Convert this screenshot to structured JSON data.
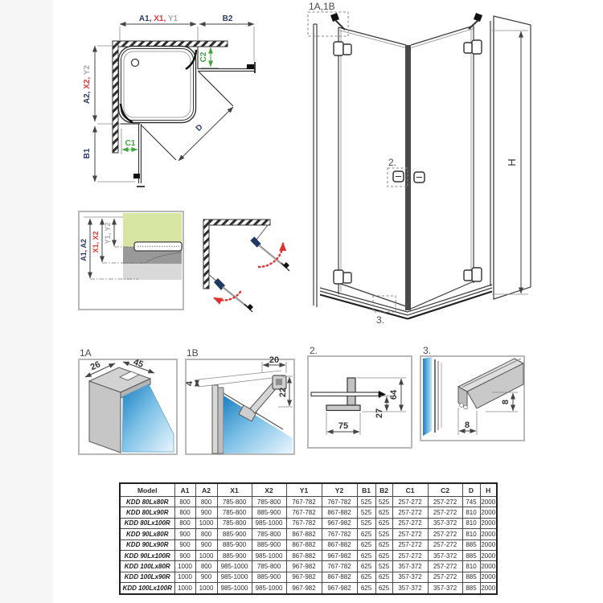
{
  "colors": {
    "dim_navy": "#2b3a6b",
    "dim_red": "#e03a3a",
    "dim_gray": "#a9a9a9",
    "dim_green": "#3fa53f",
    "line": "#3c3c3c",
    "wall_section_green": "#d7e6a3",
    "glass_blue": "#1b7fc0",
    "swing_arrow_red": "#e03030",
    "hinge_navy": "#1f3864"
  },
  "plan_view": {
    "dim_a1": "A1,",
    "dim_x1": " X1,",
    "dim_y1": " Y1",
    "dim_b2": "B2",
    "dim_a2": "A2,",
    "dim_x2": " X2,",
    "dim_y2": " Y2",
    "dim_b1": "B1",
    "dim_c1": "C1",
    "dim_c2": "C2",
    "dim_d": "D"
  },
  "front_view": {
    "detail_ref_top": "1A,1B",
    "detail_ref_handle": "2.",
    "detail_ref_bottom": "3.",
    "dim_h": "H"
  },
  "section_view": {
    "dim_a": "A1, A2",
    "dim_x": "X1, X2",
    "dim_y": "Y1, Y2"
  },
  "details": {
    "d1a": {
      "label": "1A",
      "dim_profile_width": "26",
      "dim_profile_depth": "45"
    },
    "d1b": {
      "label": "1B",
      "dim_offset": "4",
      "dim_bracket_width": "20",
      "dim_bracket_height": "22"
    },
    "d2": {
      "label": "2.",
      "dim_base_width": "75",
      "dim_lower_height": "27",
      "dim_upper_height": "64"
    },
    "d3": {
      "label": "3.",
      "dim_width": "8",
      "dim_height": "8"
    }
  },
  "table": {
    "columns": [
      {
        "label": "Model",
        "color": "dark"
      },
      {
        "label": "A1",
        "color": "dark"
      },
      {
        "label": "A2",
        "color": "dark"
      },
      {
        "label": "X1",
        "color": "red"
      },
      {
        "label": "X2",
        "color": "red"
      },
      {
        "label": "Y1",
        "color": "gray"
      },
      {
        "label": "Y2",
        "color": "gray"
      },
      {
        "label": "B1",
        "color": "navy"
      },
      {
        "label": "B2",
        "color": "navy"
      },
      {
        "label": "C1",
        "color": "green"
      },
      {
        "label": "C2",
        "color": "green"
      },
      {
        "label": "D",
        "color": "dark"
      },
      {
        "label": "H",
        "color": "dark"
      }
    ],
    "rows": [
      [
        "KDD 80Lx80R",
        "800",
        "800",
        "785-800",
        "785-800",
        "767-782",
        "767-782",
        "525",
        "525",
        "257-272",
        "257-272",
        "745",
        "2000"
      ],
      [
        "KDD 80Lx90R",
        "800",
        "900",
        "785-800",
        "885-900",
        "767-782",
        "867-882",
        "525",
        "625",
        "257-272",
        "257-272",
        "810",
        "2000"
      ],
      [
        "KDD 80Lx100R",
        "800",
        "1000",
        "785-800",
        "985-1000",
        "767-782",
        "967-982",
        "525",
        "625",
        "257-272",
        "357-372",
        "810",
        "2000"
      ],
      [
        "KDD 90Lx80R",
        "900",
        "800",
        "885-900",
        "785-800",
        "867-882",
        "767-782",
        "625",
        "525",
        "257-272",
        "257-272",
        "810",
        "2000"
      ],
      [
        "KDD 90Lx90R",
        "900",
        "900",
        "885-900",
        "885-900",
        "867-882",
        "867-882",
        "625",
        "625",
        "257-272",
        "257-272",
        "885",
        "2000"
      ],
      [
        "KDD 90Lx100R",
        "900",
        "1000",
        "885-900",
        "985-1000",
        "867-882",
        "967-982",
        "625",
        "625",
        "257-272",
        "357-372",
        "885",
        "2000"
      ],
      [
        "KDD 100Lx80R",
        "1000",
        "800",
        "985-1000",
        "785-800",
        "967-982",
        "767-782",
        "625",
        "525",
        "357-372",
        "257-272",
        "810",
        "2000"
      ],
      [
        "KDD 100Lx90R",
        "1000",
        "900",
        "985-1000",
        "885-900",
        "967-982",
        "867-882",
        "625",
        "625",
        "357-372",
        "257-272",
        "885",
        "2000"
      ],
      [
        "KDD 100Lx100R",
        "1000",
        "1000",
        "985-1000",
        "985-1000",
        "967-982",
        "967-982",
        "625",
        "625",
        "357-372",
        "357-372",
        "885",
        "2000"
      ]
    ]
  }
}
